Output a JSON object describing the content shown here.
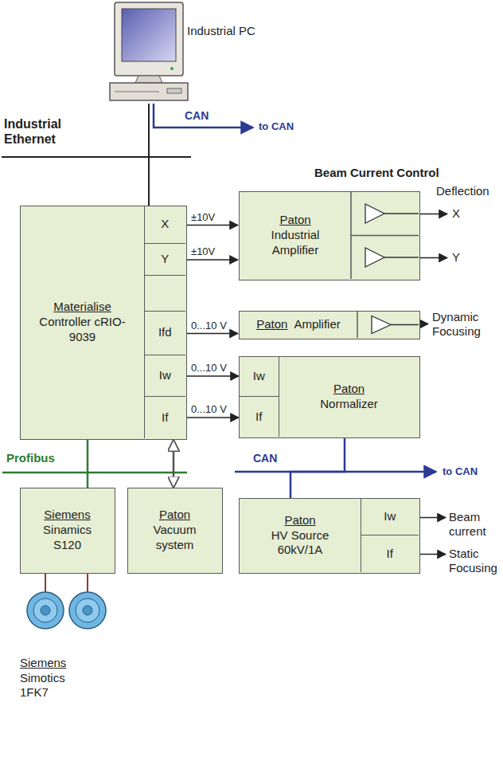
{
  "diagram": {
    "nodes": [
      {
        "text": [
          "Industrial PC"
        ]
      },
      {
        "text": [
          "Materialise",
          "Controller cRIO-9039"
        ]
      },
      {
        "text": [
          "X"
        ],
        "in": 1
      },
      {
        "text": [
          "Y"
        ],
        "in": 1
      },
      {
        "text": [
          "Ifd"
        ],
        "in": 1
      },
      {
        "text": [
          "Iw"
        ],
        "in": 1
      },
      {
        "text": [
          "If"
        ],
        "in": 1
      },
      {
        "text": [
          "Paton",
          "Industrial Amplifier"
        ]
      },
      {
        "text": [
          "Paton",
          "Amplifier"
        ]
      },
      {
        "text": [
          "Paton",
          "Normalizer"
        ]
      },
      {
        "text": [
          "Iw"
        ],
        "in": 9
      },
      {
        "text": [
          "If"
        ],
        "in": 9
      },
      {
        "text": [
          "Siemens",
          "Sinamics S120"
        ]
      },
      {
        "text": [
          "Paton",
          "Vacuum system"
        ]
      },
      {
        "text": [
          "Paton",
          "HV Source 60kV/1A"
        ]
      },
      {
        "text": [
          "Iw"
        ],
        "in": 14
      },
      {
        "text": [
          "If"
        ],
        "in": 14
      },
      {
        "text": [
          "Siemens",
          "Simotics 1FK7"
        ]
      }
    ],
    "edges": [
      {
        "from": 0,
        "to": 1,
        "arrow": "none"
      },
      {
        "from": 2,
        "to": 7,
        "label": "±10V",
        "arrow": "to"
      },
      {
        "from": 3,
        "to": 7,
        "label": "±10V",
        "arrow": "to"
      },
      {
        "from": 4,
        "to": 8,
        "label": "0...10 V",
        "arrow": "to"
      },
      {
        "from": 5,
        "to": 10,
        "label": "0...10 V",
        "arrow": "to"
      },
      {
        "from": 6,
        "to": 11,
        "label": "0...10 V",
        "arrow": "to"
      },
      {
        "from": 1,
        "to": 13,
        "arrow": "both"
      },
      {
        "from": 1,
        "to": 12,
        "arrow": "none"
      },
      {
        "from": 9,
        "to": 14,
        "arrow": "none"
      },
      {
        "from": 12,
        "to": 17,
        "arrow": "none"
      },
      {
        "from": 12,
        "to": 17,
        "arrow": "none"
      }
    ],
    "labels": [
      "Industrial Ethernet",
      "CAN",
      "to CAN",
      "Beam Current Control",
      "Deflection",
      "X",
      "Y",
      "Dynamic Focusing",
      "CAN",
      "to CAN",
      "Profibus",
      "Beam current",
      "Static Focusing"
    ]
  }
}
